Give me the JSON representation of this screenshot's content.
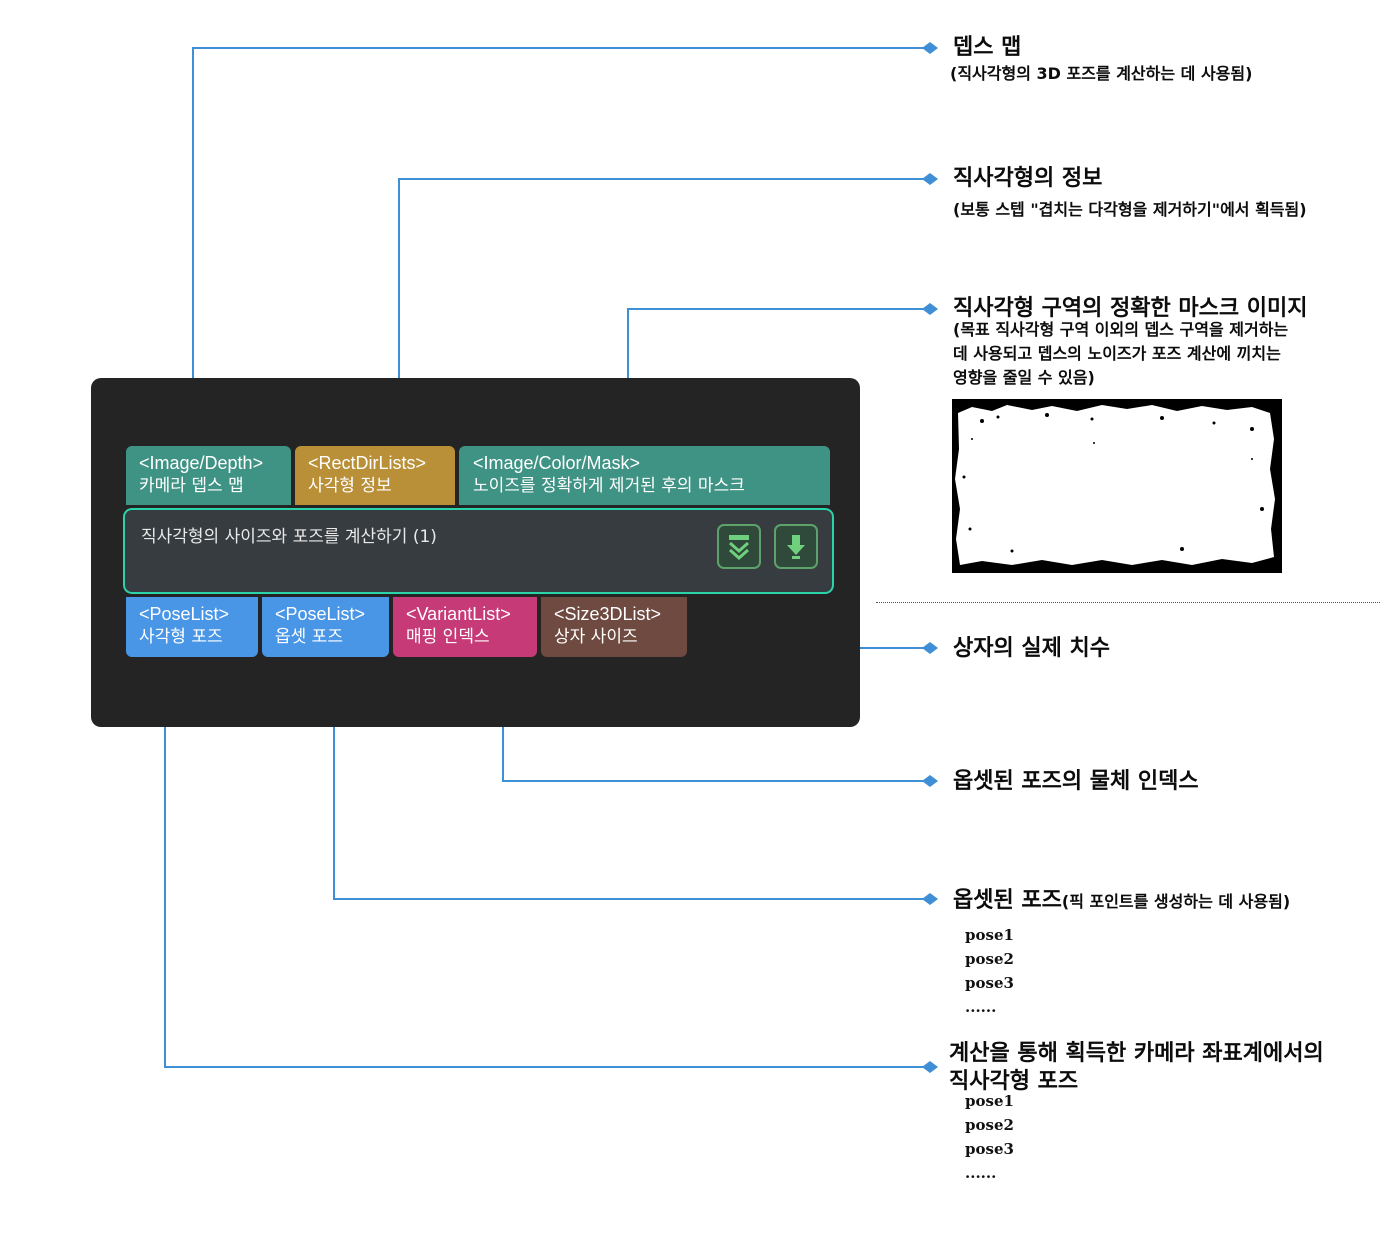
{
  "node": {
    "title": "직사각형의 사이즈와 포즈를 계산하기 (1)",
    "inputs": [
      {
        "type": "<Image/Depth>",
        "label": "카메라 뎁스 맵",
        "color": "#3f9384"
      },
      {
        "type": "<RectDirLists>",
        "label": "사각형 정보",
        "color": "#b98f37"
      },
      {
        "type": "<Image/Color/Mask>",
        "label": "노이즈를 정확하게 제거된 후의 마스크",
        "color": "#3f9384"
      }
    ],
    "outputs": [
      {
        "type": "<PoseList>",
        "label": "사각형 포즈",
        "color": "#4a96e6"
      },
      {
        "type": "<PoseList>",
        "label": "옵셋 포즈",
        "color": "#4a96e6"
      },
      {
        "type": "<VariantList>",
        "label": "매핑 인덱스",
        "color": "#c63a78"
      },
      {
        "type": "<Size3DList>",
        "label": "상자 사이즈",
        "color": "#6e4a40"
      }
    ],
    "buttons": [
      "collapse-icon",
      "download-icon"
    ]
  },
  "annotations": {
    "depth": {
      "title": "뎁스 맵",
      "sub": "(직사각형의 3D 포즈를 계산하는 데 사용됨)"
    },
    "rect_info": {
      "title": "직사각형의 정보",
      "sub": "(보통 스텝 \"겹치는 다각형을 제거하기\"에서 획득됨)"
    },
    "mask": {
      "title": "직사각형 구역의 정확한 마스크 이미지",
      "sub_lines": [
        "(목표 직사각형 구역 이외의 뎁스 구역을 제거하는",
        "데 사용되고 뎁스의 노이즈가 포즈 계산에 끼치는",
        "영향을 줄일 수 있음)"
      ]
    },
    "box_size": {
      "title": "상자의 실제 치수"
    },
    "mapping_index": {
      "title": "옵셋된 포즈의 물체 인덱스"
    },
    "offset_pose": {
      "title": "옵셋된 포즈",
      "sub": "(픽 포인트를 생성하는 데 사용됨)",
      "poses": [
        "pose1",
        "pose2",
        "pose3",
        "......"
      ]
    },
    "rect_pose": {
      "title_lines": [
        "계산을 통해 획득한 카메라 좌표계에서의",
        "직사각형 포즈"
      ],
      "poses": [
        "pose1",
        "pose2",
        "pose3",
        "......"
      ]
    }
  },
  "colors": {
    "connector": "#3e8fd6",
    "node_border": "#2bd3a8",
    "node_bg": "#242424"
  }
}
